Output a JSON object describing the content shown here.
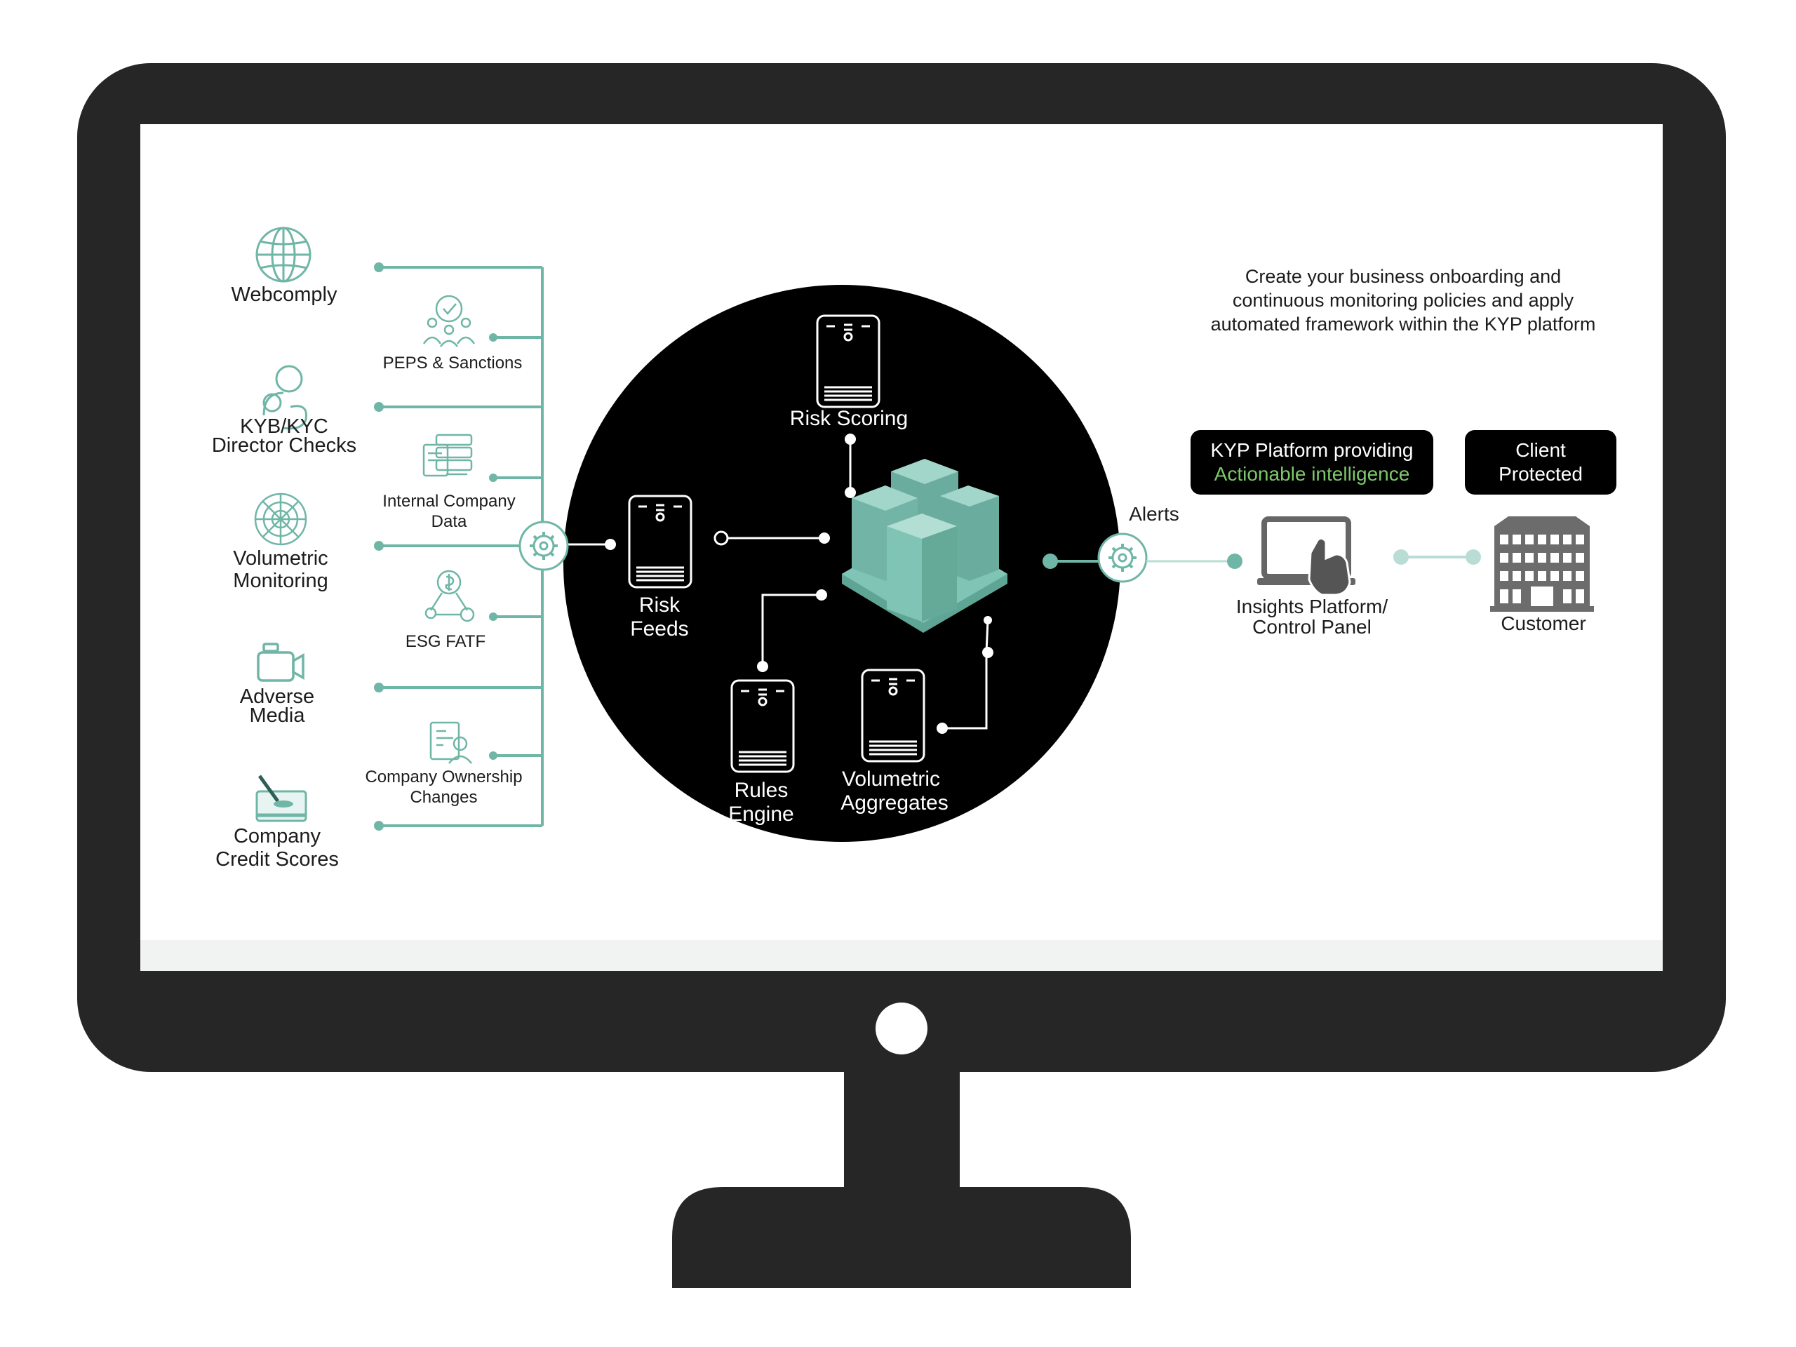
{
  "sources": {
    "webcomply": "Webcomply",
    "kyb_line1": "KYB/KYC",
    "kyb_line2": "Director Checks",
    "volumetric_line1": "Volumetric",
    "volumetric_line2": "Monitoring",
    "adverse_line1": "Adverse",
    "adverse_line2": "Media",
    "credit_line1": "Company",
    "credit_line2": "Credit Scores"
  },
  "mid_sources": {
    "peps": "PEPS & Sanctions",
    "internal_line1": "Internal Company",
    "internal_line2": "Data",
    "esg": "ESG FATF",
    "ownership_line1": "Company Ownership",
    "ownership_line2": "Changes"
  },
  "engine": {
    "risk_scoring": "Risk Scoring",
    "risk_feeds_line1": "Risk",
    "risk_feeds_line2": "Feeds",
    "rules_line1": "Rules",
    "rules_line2": "Engine",
    "volumetric_line1": "Volumetric",
    "volumetric_line2": "Aggregates"
  },
  "outputs": {
    "alerts": "Alerts",
    "description_line1": "Create your business onboarding and",
    "description_line2": "continuous monitoring policies and apply",
    "description_line3": "automated framework within the KYP platform",
    "kyp_badge_line1": "KYP Platform providing",
    "kyp_badge_line2": "Actionable intelligence",
    "client_badge_line1": "Client",
    "client_badge_line2": "Protected",
    "insights_line1": "Insights Platform/",
    "insights_line2": "Control Panel",
    "customer": "Customer"
  },
  "colors": {
    "teal": "#6fb6a6",
    "cube": "#7fc4b4",
    "accent_green": "#7dc86a",
    "monitor": "#262626"
  },
  "icons": [
    "globe-icon",
    "people-check-icon",
    "user-search-icon",
    "database-icon",
    "web-icon",
    "money-network-icon",
    "camera-icon",
    "document-person-icon",
    "card-pen-icon",
    "settings-gear-icon",
    "server-icon",
    "cube-cluster-icon",
    "laptop-touch-icon",
    "building-icon"
  ]
}
